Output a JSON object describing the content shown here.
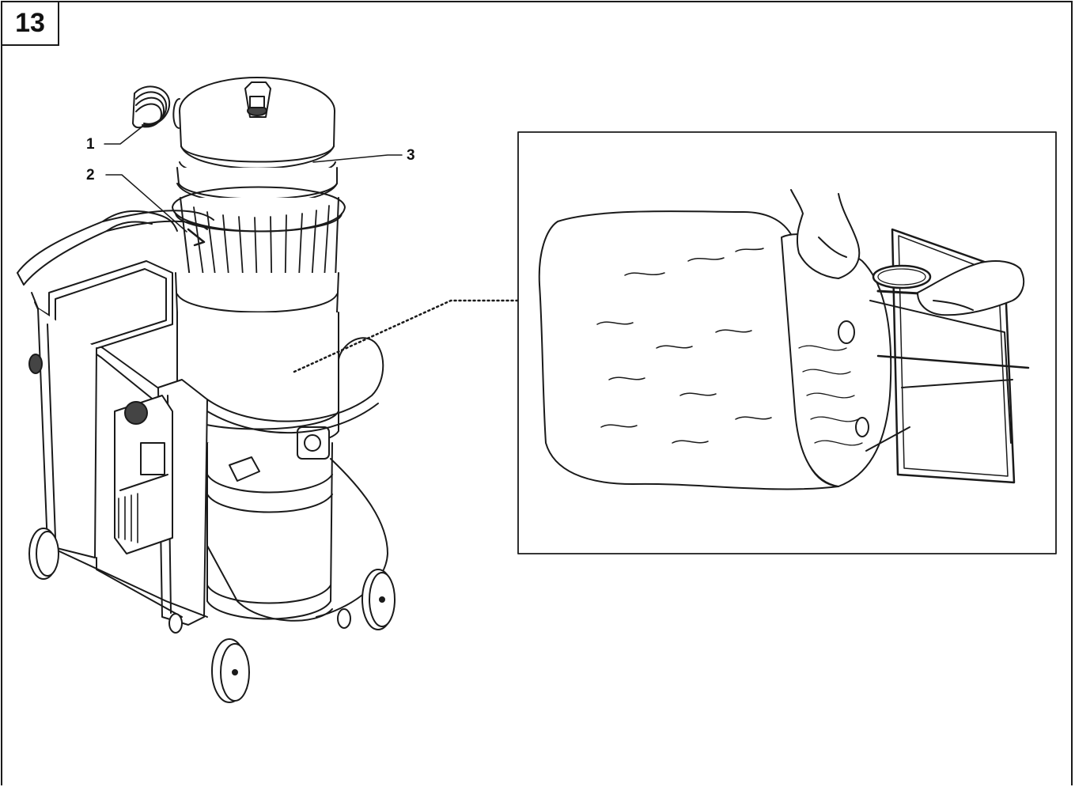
{
  "figure": {
    "number": "13"
  },
  "callouts": [
    {
      "id": "1",
      "label": "1"
    },
    {
      "id": "2",
      "label": "2"
    },
    {
      "id": "3",
      "label": "3"
    }
  ],
  "colors": {
    "line": "#1a1a1a",
    "fill_metal": "#e6e6e6",
    "fill_dark": "#444444",
    "background": "#ffffff"
  }
}
